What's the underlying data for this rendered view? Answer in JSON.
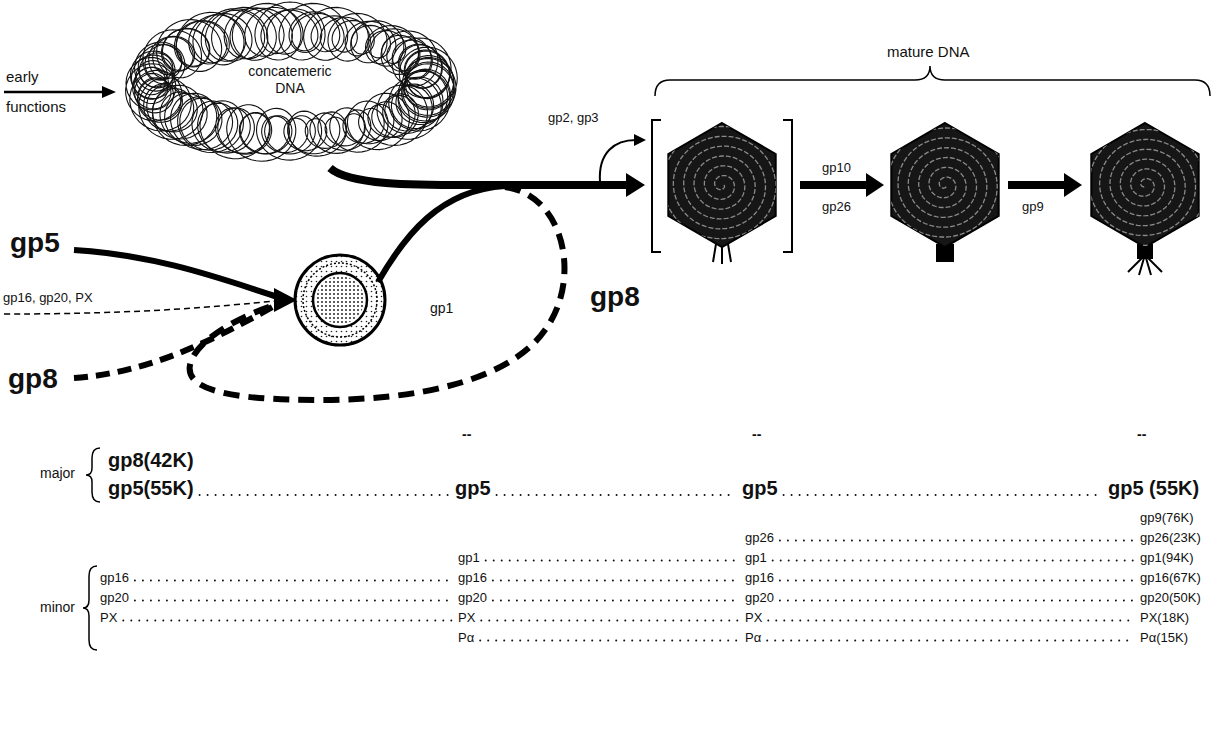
{
  "diagram": {
    "nodes": [
      {
        "text": [
          "concatemeric DNA"
        ]
      }
    ],
    "labels": [
      "early functions",
      "mature DNA",
      "gp2, gp3",
      "gp10",
      "gp26",
      "gp9",
      "gp5",
      "gp16, gp20, PX",
      "gp1",
      "gp8",
      "gp8",
      "--",
      "--",
      "--",
      "gp8(42K)",
      "major",
      "gp5(55K)",
      "gp5",
      "gp5",
      "gp5 (55K)",
      "gp9(76K)",
      "gp26",
      "gp26(23K)",
      "gp1",
      "gp1",
      "gp1(94K)",
      "gp16",
      "gp16",
      "gp16",
      "gp16(67K)",
      "minor",
      "gp20",
      "gp20",
      "gp20",
      "gp20(50K)",
      "PX",
      "PX",
      "PX",
      "PX(18K)",
      "Pα",
      "Pα",
      "Pα(15K)"
    ]
  }
}
